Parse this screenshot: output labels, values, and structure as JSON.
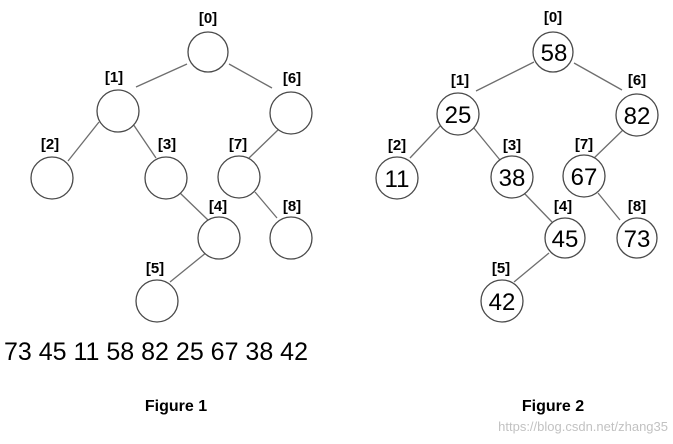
{
  "figure1": {
    "caption": "Figure 1",
    "sequence": "73 45 11 58 82 25 67 38 42",
    "nodes": [
      {
        "index": "[0]"
      },
      {
        "index": "[1]"
      },
      {
        "index": "[2]"
      },
      {
        "index": "[3]"
      },
      {
        "index": "[4]"
      },
      {
        "index": "[5]"
      },
      {
        "index": "[6]"
      },
      {
        "index": "[7]"
      },
      {
        "index": "[8]"
      }
    ]
  },
  "figure2": {
    "caption": "Figure 2",
    "nodes": [
      {
        "index": "[0]",
        "value": "58"
      },
      {
        "index": "[1]",
        "value": "25"
      },
      {
        "index": "[2]",
        "value": "11"
      },
      {
        "index": "[3]",
        "value": "38"
      },
      {
        "index": "[4]",
        "value": "45"
      },
      {
        "index": "[5]",
        "value": "42"
      },
      {
        "index": "[6]",
        "value": "82"
      },
      {
        "index": "[7]",
        "value": "67"
      },
      {
        "index": "[8]",
        "value": "73"
      }
    ]
  },
  "watermark": "https://blog.csdn.net/zhang35"
}
